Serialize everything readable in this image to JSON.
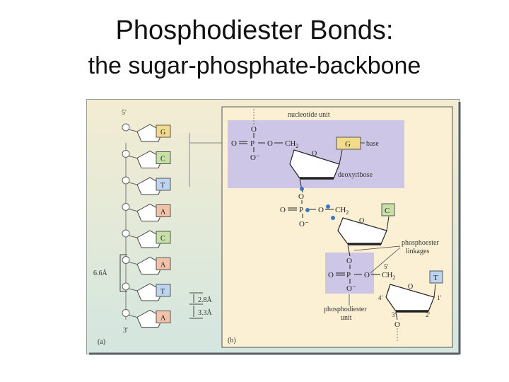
{
  "slide": {
    "title": "Phosphodiester Bonds:",
    "subtitle": "the sugar-phosphate-backbone"
  },
  "panel_a": {
    "label": "(a)",
    "five_prime": "5′",
    "three_prime": "3′",
    "bases": [
      "G",
      "C",
      "T",
      "A",
      "C",
      "A",
      "T",
      "A"
    ],
    "spacing_helix": "6.6Å",
    "spacing_rise": "2.8Å",
    "spacing_base": "3.3Å"
  },
  "panel_b": {
    "label": "(b)",
    "nucleotide_unit": "nucleotide unit",
    "base_label": "base",
    "deoxyribose_label": "deoxyribose",
    "phosphoester_label": "phosphoester",
    "linkages_label": "linkages",
    "phosphodiester_label": "phosphodiester",
    "unit_label": "unit",
    "bases": [
      "G",
      "C",
      "T"
    ],
    "P": "P",
    "O": "O",
    "O_minus": "O⁻",
    "O_eq": "O",
    "CH2": "CH",
    "sub2": "2",
    "five_prime": "5′",
    "four_prime": "4′",
    "three_prime": "3′",
    "two_prime": "2′",
    "one_prime": "1′"
  },
  "colors": {
    "panel_a_bg_top": "#f3ecd2",
    "panel_a_bg_bottom": "#d3e6df",
    "panel_b_bg": "#fbf0d4",
    "purple_box": "#cdc6e6",
    "base_G": "#f2dc8c",
    "base_C": "#c6e0a6",
    "base_T": "#bcd4ee",
    "base_A": "#f1c1a8"
  }
}
